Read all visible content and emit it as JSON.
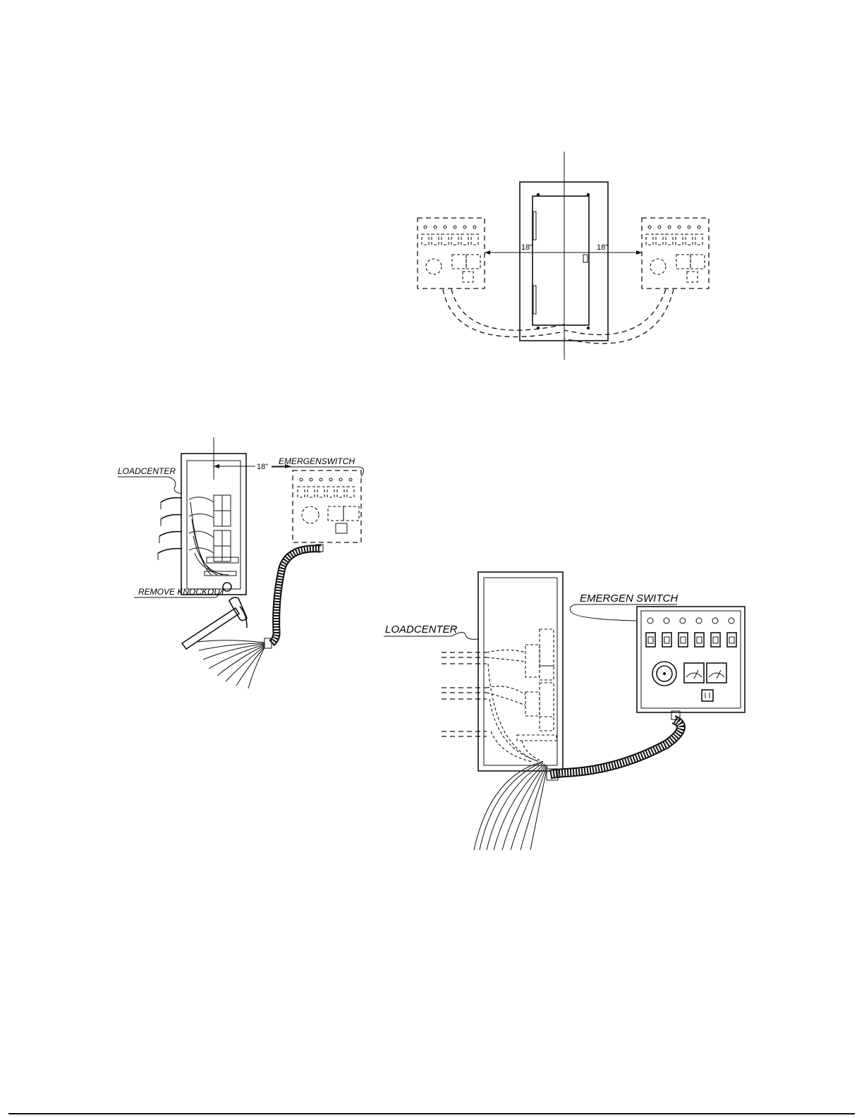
{
  "labels": {
    "top_left_dimension": "18\"",
    "top_right_dimension": "18\"",
    "small_loadcenter": "LOADCENTER",
    "small_emergenswitch": "EMERGENSWITCH",
    "small_dimension": "18\"",
    "remove_knockout": "REMOVE KNOCKOUT",
    "large_loadcenter": "LOADCENTER",
    "large_emergen_switch": "EMERGEN SWITCH"
  }
}
